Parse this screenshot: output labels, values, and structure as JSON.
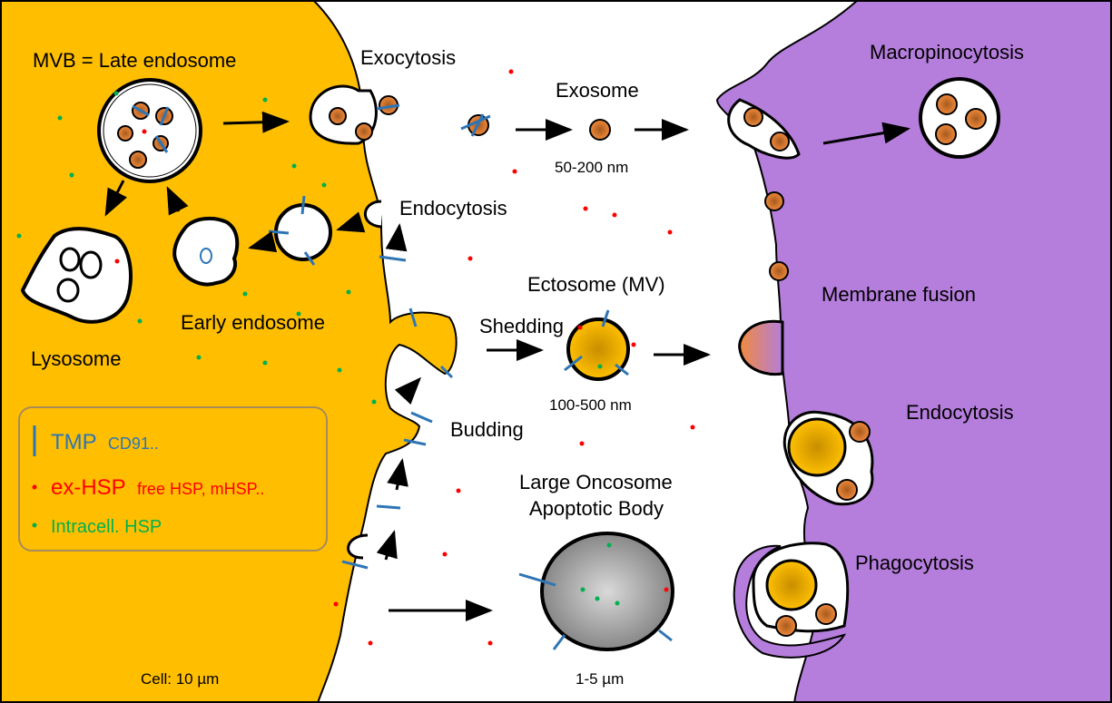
{
  "labels": {
    "mvb": "MVB = Late endosome",
    "exocytosis": "Exocytosis",
    "exosome": "Exosome",
    "exosome_size": "50-200 nm",
    "macropinocytosis": "Macropinocytosis",
    "endocytosis_left": "Endocytosis",
    "endocytosis_right": "Endocytosis",
    "lysosome": "Lysosome",
    "early_endosome": "Early endosome",
    "ectosome": "Ectosome (MV)",
    "shedding": "Shedding",
    "ectosome_size": "100-500 nm",
    "membrane_fusion": "Membrane fusion",
    "budding": "Budding",
    "large_oncosome_1": "Large Oncosome",
    "large_oncosome_2": "Apoptotic Body",
    "oncosome_size": "1-5 µm",
    "phagocytosis": "Phagocytosis",
    "cell_size": "Cell: 10 µm"
  },
  "legend": {
    "tmp_main": "TMP",
    "tmp_sub": "CD91..",
    "exhsp_main": "ex-HSP",
    "exhsp_sub": "free HSP, mHSP..",
    "intracell": "Intracell. HSP"
  },
  "colors": {
    "donor_cell": "#FFBF00",
    "recipient_cell": "#B57EDC",
    "tmp": "#2E75B6",
    "ex_hsp": "#FF0000",
    "intracell_hsp": "#00B050",
    "exosome": "#D9682A"
  }
}
